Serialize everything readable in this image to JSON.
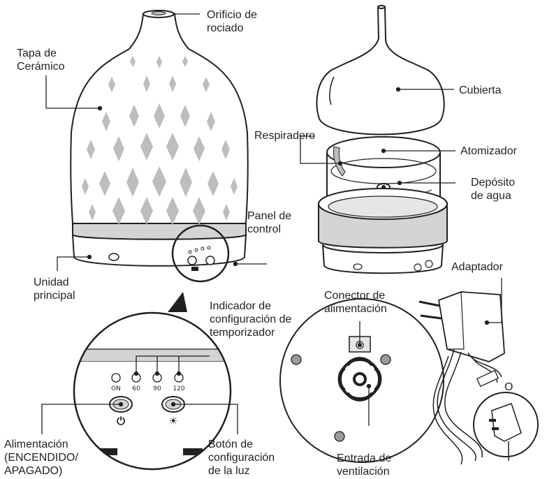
{
  "labels": {
    "spray_hole": "Orificio de\nrociado",
    "ceramic_cover": "Tapa de\nCerámico",
    "main_unit": "Unidad\nprincipal",
    "control_panel": "Panel de\ncontrol",
    "cover": "Cubierta",
    "vent": "Respiradero",
    "atomizer": "Atomizador",
    "water_tank": "Depósito\nde agua",
    "adapter": "Adaptador",
    "power_connector": "Conector de\nalimentación",
    "timer_indicator": "Indicador de\nconfiguración de\ntemporizador",
    "power_on_off": "Alimentación\n(ENCENDIDO/\nAPAGADO)",
    "light_button": "Botón de\nconfiguración\nde la luz",
    "air_inlet": "Entrada de\nventilación",
    "or": "O"
  },
  "panel": {
    "led_on": "ON",
    "led_60": "60",
    "led_90": "90",
    "led_120": "120",
    "power_symbol": "⏻",
    "light_symbol": "☀"
  },
  "colors": {
    "line": "#231f20",
    "diamond": "#bdbdbd",
    "base": "#d4d4d4"
  }
}
